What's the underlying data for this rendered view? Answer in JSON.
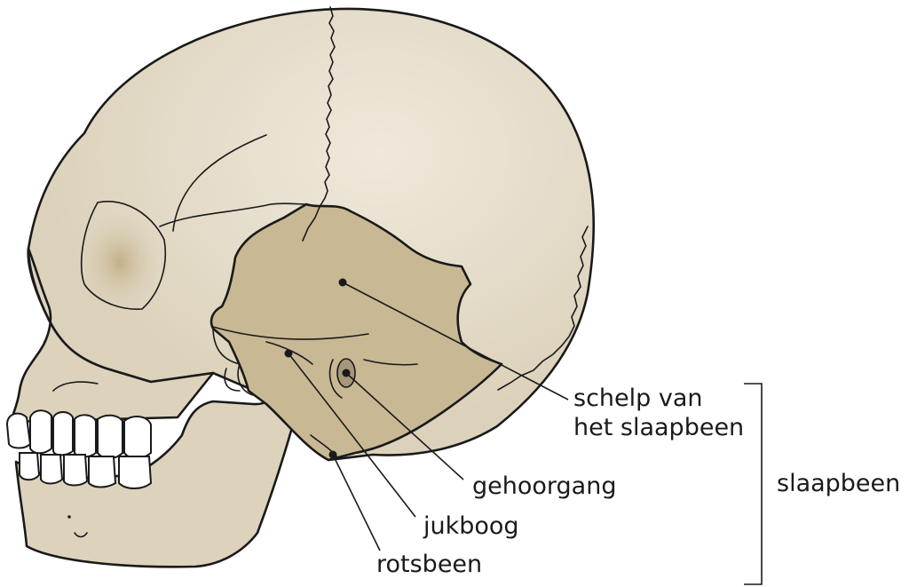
{
  "labels": {
    "squama": "schelp van\nhet slaapbeen",
    "ear_canal": "gehoorgang",
    "zygomatic_arch": "jukboog",
    "petrous": "rotsbeen",
    "temporal_bone": "slaapbeen"
  },
  "colors": {
    "skull_fill": "#ddd3bd",
    "skull_light": "#ece6d7",
    "temporal_fill": "#c8b994",
    "eye_shade": "#c9b68f",
    "teeth_fill": "#ffffff",
    "outline": "#1a1a1a"
  }
}
